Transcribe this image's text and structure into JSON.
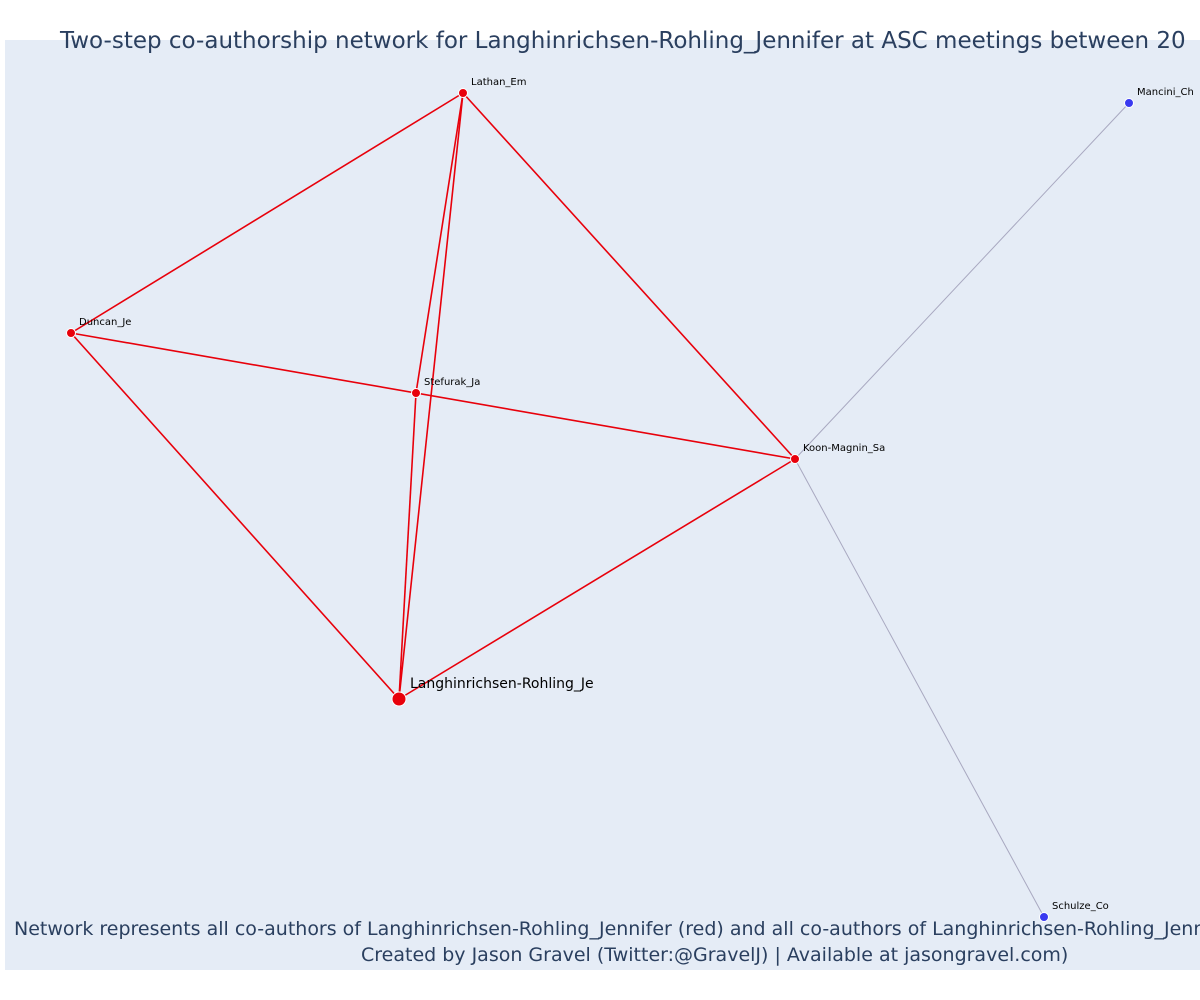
{
  "title": "Two-step co-authorship network for Langhinrichsen-Rohling_Jennifer at ASC meetings between 20",
  "footer_line1": "Network represents all co-authors of Langhinrichsen-Rohling_Jennifer (red) and all co-authors of Langhinrichsen-Rohling_Jennife",
  "footer_line2": "Created by Jason Gravel (Twitter:@GravelJ) | Available at jasongravel.com)",
  "colors": {
    "direct": "#e8000b",
    "second_step_node": "#3a3af0",
    "second_step_edge": "#a8a8c0",
    "background": "#e5ecf6"
  },
  "nodes": [
    {
      "id": "Langhinrichsen-Rohling_Je",
      "group": "ego"
    },
    {
      "id": "Lathan_Em",
      "group": "direct"
    },
    {
      "id": "Duncan_Je",
      "group": "direct"
    },
    {
      "id": "Stefurak_Ja",
      "group": "direct"
    },
    {
      "id": "Koon-Magnin_Sa",
      "group": "direct"
    },
    {
      "id": "Mancini_Ch",
      "group": "second"
    },
    {
      "id": "Schulze_Co",
      "group": "second"
    }
  ],
  "edges": [
    {
      "source": "Langhinrichsen-Rohling_Je",
      "target": "Lathan_Em",
      "group": "direct"
    },
    {
      "source": "Langhinrichsen-Rohling_Je",
      "target": "Duncan_Je",
      "group": "direct"
    },
    {
      "source": "Langhinrichsen-Rohling_Je",
      "target": "Stefurak_Ja",
      "group": "direct"
    },
    {
      "source": "Langhinrichsen-Rohling_Je",
      "target": "Koon-Magnin_Sa",
      "group": "direct"
    },
    {
      "source": "Lathan_Em",
      "target": "Duncan_Je",
      "group": "direct"
    },
    {
      "source": "Lathan_Em",
      "target": "Stefurak_Ja",
      "group": "direct"
    },
    {
      "source": "Lathan_Em",
      "target": "Koon-Magnin_Sa",
      "group": "direct"
    },
    {
      "source": "Duncan_Je",
      "target": "Koon-Magnin_Sa",
      "group": "direct"
    },
    {
      "source": "Koon-Magnin_Sa",
      "target": "Mancini_Ch",
      "group": "second"
    },
    {
      "source": "Koon-Magnin_Sa",
      "target": "Schulze_Co",
      "group": "second"
    }
  ]
}
